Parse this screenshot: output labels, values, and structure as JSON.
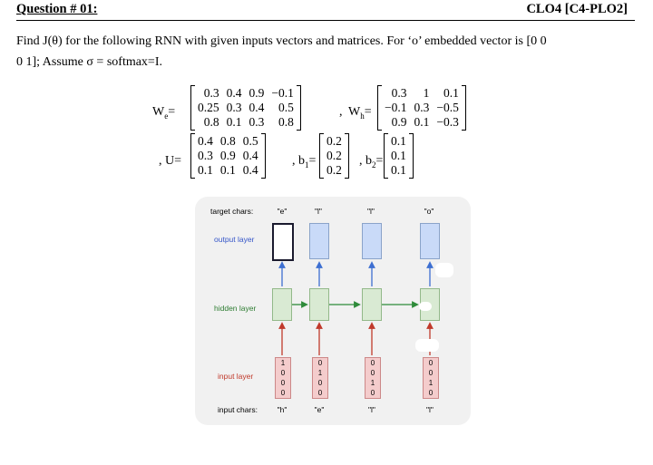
{
  "header": {
    "title": "Question # 01:",
    "clo": "CLO4 [C4-PLO2]"
  },
  "question": {
    "line1": "Find J(θ) for the following RNN with given inputs vectors and matrices. For ‘o’ embedded vector is [0 0",
    "line2": "0 1]; Assume σ = softmax=I."
  },
  "matrices": {
    "We": {
      "label": "W",
      "sub": "e",
      "rows": [
        [
          "0.3",
          "0.4",
          "0.9",
          "−0.1"
        ],
        [
          "0.25",
          "0.3",
          "0.4",
          "0.5"
        ],
        [
          "0.8",
          "0.1",
          "0.3",
          "0.8"
        ]
      ]
    },
    "Wh": {
      "label": "W",
      "sub": "h",
      "rows": [
        [
          "0.3",
          "1",
          "0.1"
        ],
        [
          "−0.1",
          "0.3",
          "−0.5"
        ],
        [
          "0.9",
          "0.1",
          "−0.3"
        ]
      ]
    },
    "U": {
      "label": "U",
      "rows": [
        [
          "0.4",
          "0.8",
          "0.5"
        ],
        [
          "0.3",
          "0.9",
          "0.4"
        ],
        [
          "0.1",
          "0.1",
          "0.4"
        ]
      ]
    },
    "b1": {
      "label": "b",
      "sub": "1",
      "rows": [
        [
          "0.2"
        ],
        [
          "0.2"
        ],
        [
          "0.2"
        ]
      ]
    },
    "b2": {
      "label": "b",
      "sub": "2",
      "rows": [
        [
          "0.1"
        ],
        [
          "0.1"
        ],
        [
          "0.1"
        ]
      ]
    }
  },
  "diagram": {
    "target_label": "target chars:",
    "output_label": "output layer",
    "hidden_label": "hidden layer",
    "input_label": "input layer",
    "input_chars_label": "input chars:",
    "target_chars": [
      "\"e\"",
      "\"l\"",
      "\"l\"",
      "\"o\""
    ],
    "input_chars": [
      "\"h\"",
      "\"e\"",
      "\"l\"",
      "\"l\""
    ],
    "input_vectors": [
      [
        "1",
        "0",
        "0",
        "0"
      ],
      [
        "0",
        "1",
        "0",
        "0"
      ],
      [
        "0",
        "0",
        "1",
        "0"
      ],
      [
        "0",
        "0",
        "1",
        "0"
      ]
    ],
    "colors": {
      "output": "#c9daf8",
      "hidden": "#d9ead3",
      "input": "#f4cccc",
      "arrow_up_out": "#3d6fd1",
      "arrow_up_in": "#c0392b",
      "arrow_right": "#2e8b3a"
    }
  }
}
